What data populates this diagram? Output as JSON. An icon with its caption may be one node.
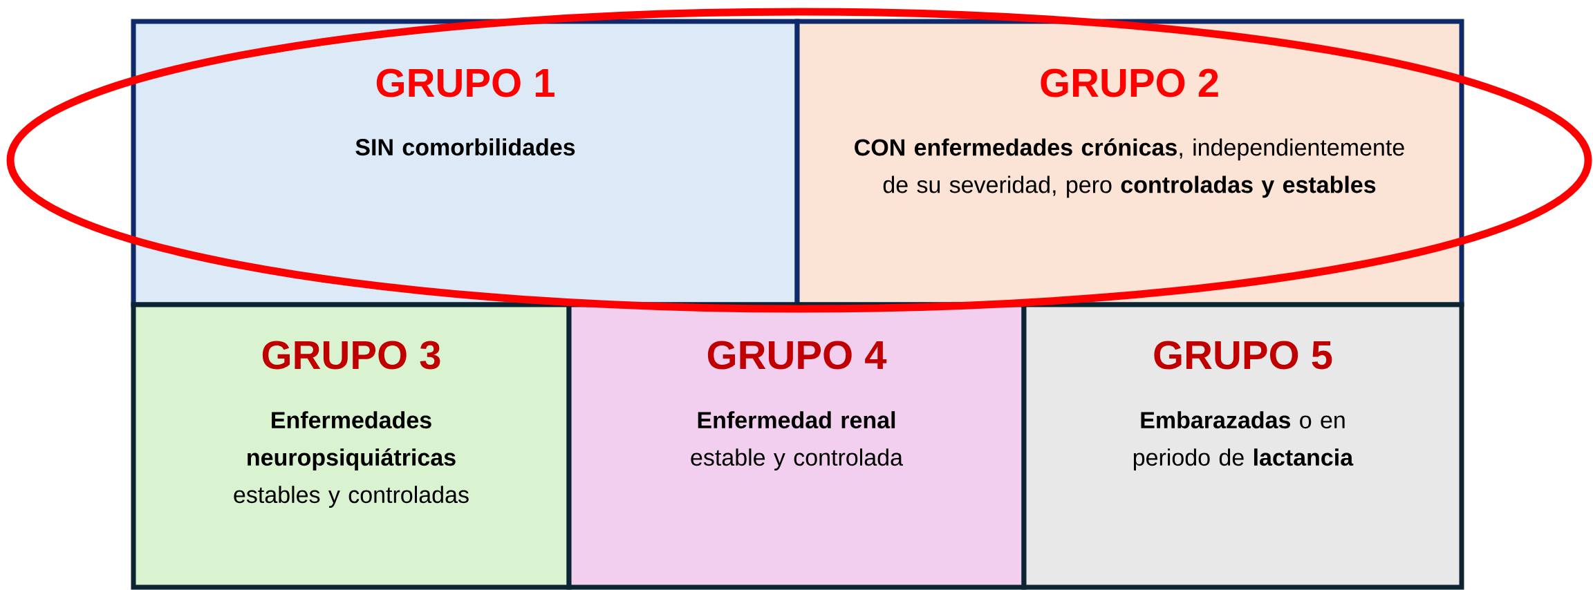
{
  "diagram": {
    "nodes": [
      {
        "text": [
          "GRUPO 1",
          "SIN comorbilidades"
        ]
      },
      {
        "text": [
          "GRUPO 2",
          "**CON enfermedades crónicas**, independientemente de su severidad, pero **controladas y estables**"
        ]
      },
      {
        "text": [
          "GRUPO 3",
          "**Enfermedades neuropsiquiátricas** estables y controladas"
        ]
      },
      {
        "text": [
          "GRUPO 4",
          "**Enfermedad renal** estable y controlada"
        ]
      },
      {
        "text": [
          "GRUPO 5",
          "**Embarazadas** o en periodo de **lactancia**"
        ]
      }
    ]
  }
}
